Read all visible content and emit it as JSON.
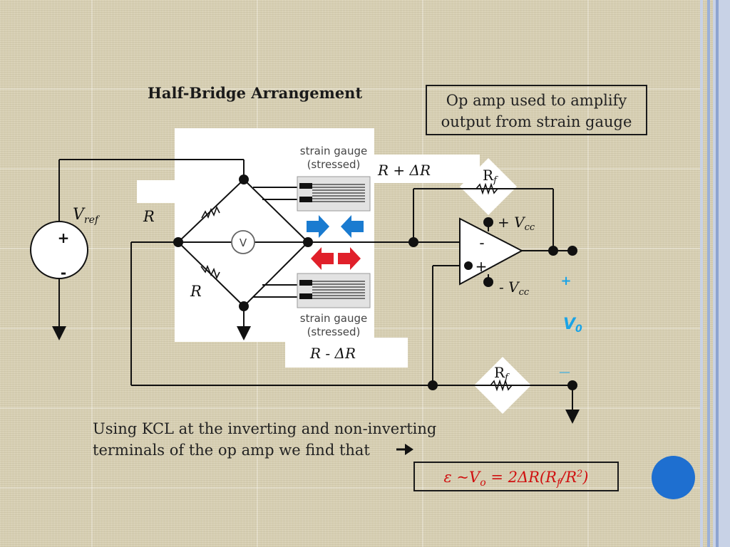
{
  "slide": {
    "title": "Half-Bridge Arrangement",
    "note_line1": "Op amp used to amplify",
    "note_line2": "output from strain gauge",
    "kcl_line1": "Using KCL at the inverting and non-inverting",
    "kcl_line2": "terminals of the op amp we find that",
    "equation": "ε ~V",
    "equation_sub": "o",
    "equation_rest": " = 2ΔR(R",
    "equation_sub2": "f",
    "equation_end": "/R",
    "equation_sup": "2",
    "equation_close": ")"
  },
  "circuit": {
    "gauge_top_line1": "strain gauge",
    "gauge_top_line2": "(stressed)",
    "gauge_bottom_line1": "strain gauge",
    "gauge_bottom_line2": "(stressed)",
    "label_r_plus": "R + ΔR",
    "label_r_minus": "R - ΔR",
    "label_r_left_top": "R",
    "label_r_left_bottom": "R",
    "label_vref": "V",
    "label_vref_sub": "ref",
    "label_plus": "+",
    "label_minus": "-",
    "label_rf_top": "R",
    "label_rf_top_sub": "f",
    "label_rf_bottom": "R",
    "label_rf_bottom_sub": "f",
    "label_vcc_pos": "+ V",
    "label_vcc_pos_sub": "cc",
    "label_vcc_neg": "- V",
    "label_vcc_neg_sub": "cc",
    "opamp_minus": "-",
    "opamp_plus": "+",
    "meter": "V",
    "vout_plus": "+",
    "vout": "V",
    "vout_sub": "0",
    "vout_minus": "__"
  },
  "colors": {
    "background": "#d8d0b4",
    "equation_text": "#d01010",
    "vout_text": "#1aa3e6",
    "arrow_blue": "#1a7bd0",
    "arrow_red": "#e0202a",
    "accent_dot": "#1e6fd0"
  }
}
